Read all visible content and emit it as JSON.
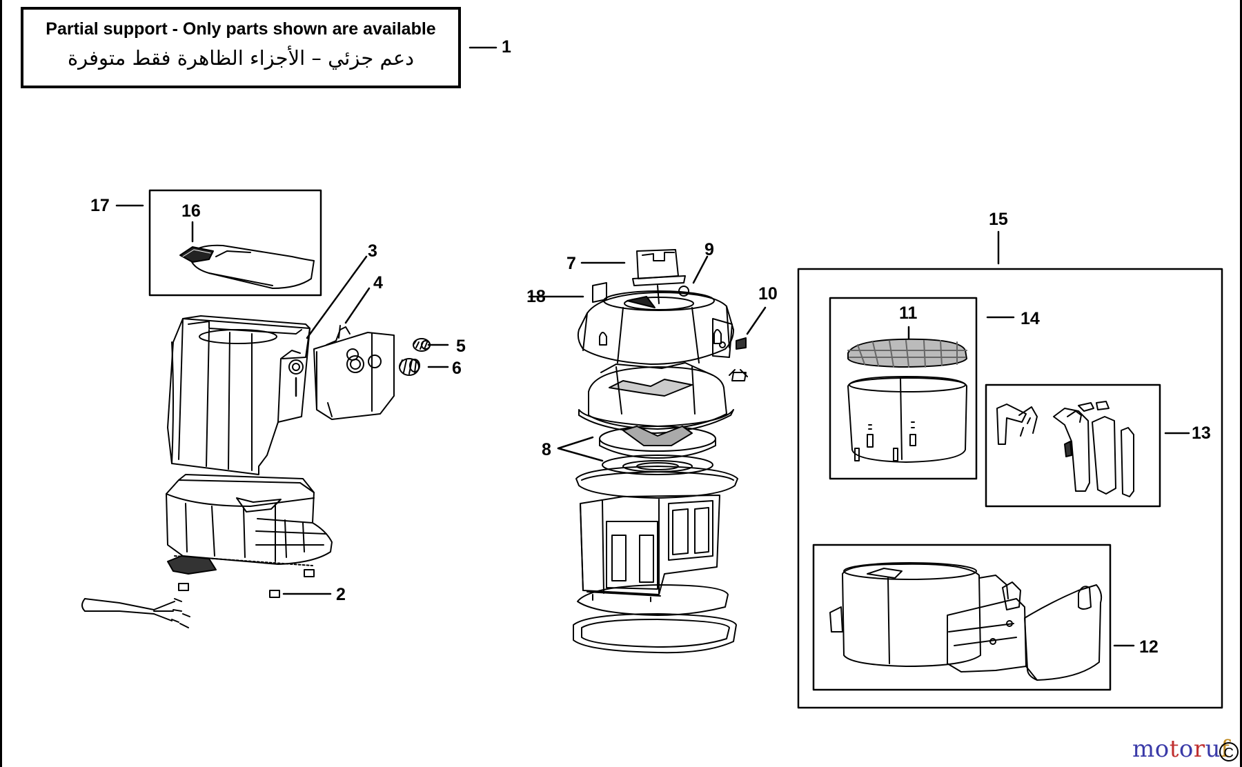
{
  "notice": {
    "english": "Partial support - Only parts shown are available",
    "arabic": "دعم جزئي – الأجزاء الظاهرة فقط متوفرة"
  },
  "callouts": {
    "c1": "1",
    "c2": "2",
    "c3": "3",
    "c4": "4",
    "c5": "5",
    "c6": "6",
    "c7": "7",
    "c8": "8",
    "c9": "9",
    "c10": "10",
    "c11": "11",
    "c12": "12",
    "c13": "13",
    "c14": "14",
    "c15": "15",
    "c16": "16",
    "c17": "17",
    "c18": "18"
  },
  "watermark": {
    "text": "motoruf",
    "copyright": "C",
    "colors": [
      "#3a3aa8",
      "#3a3aa8",
      "#c03030",
      "#3a3aa8",
      "#c03030",
      "#3a3aa8",
      "#c08a20"
    ]
  }
}
